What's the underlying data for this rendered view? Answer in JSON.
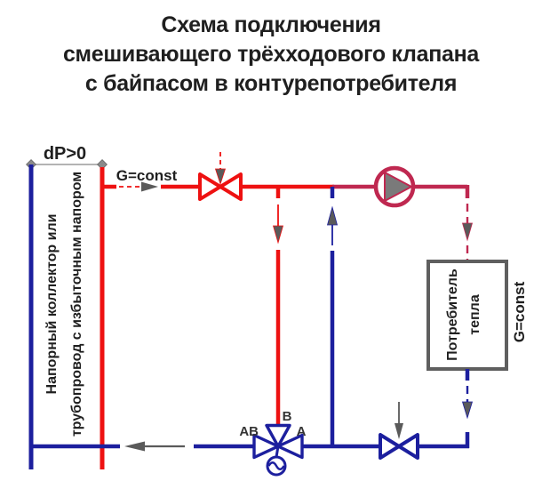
{
  "title": {
    "line1": "Схема подключения",
    "line2": "смешивающего трёхходового клапана",
    "line3": "с байпасом в контурепотребителя"
  },
  "labels": {
    "dp": "dP>0",
    "g_const_supply": "G=const",
    "g_const_consumer": "G=const",
    "collector_line1": "Напорный коллектор или",
    "collector_line2": "трубопровод с избыточным напором",
    "consumer_line1": "Потребитель",
    "consumer_line2": "тепла",
    "port_ab": "AB",
    "port_b": "B",
    "port_a": "A"
  },
  "icons": {
    "pump": "pump-circle-with-triangle",
    "supply_valve": "two-way-valve-bowtie",
    "shutoff_valve": "two-way-valve-bowtie",
    "three_way_valve": "three-way-valve",
    "actuator": "circle-with-wave"
  },
  "colors": {
    "supply_red": "#ee1111",
    "mixed_crimson": "#bf2850",
    "return_blue": "#1c1f9e",
    "arrow_gray": "#5a5a5a",
    "dimension_gray": "#9a9a9a",
    "box_border_gray": "#5f5f5f",
    "pump_triangle_gray": "#7a7a7a",
    "text_dark": "#1f1f1f"
  }
}
